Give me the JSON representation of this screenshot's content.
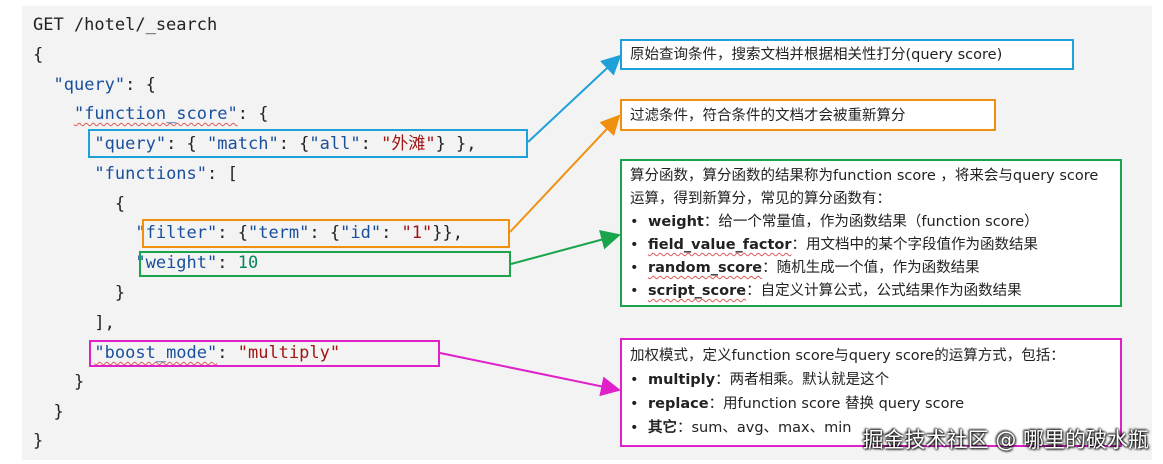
{
  "code": {
    "line1": "GET /hotel/_search",
    "open_brace": "{",
    "query_key": "\"query\"",
    "function_score_key": "\"function_score\"",
    "query_inner_key": "\"query\"",
    "match_key": "\"match\"",
    "all_key": "\"all\"",
    "all_value": "\"外滩\"",
    "functions_key": "\"functions\"",
    "filter_key": "\"filter\"",
    "term_key": "\"term\"",
    "id_key": "\"id\"",
    "id_value": "\"1\"",
    "weight_key": "\"weight\"",
    "weight_value": "10",
    "boost_mode_key": "\"boost_mode\"",
    "boost_mode_value": "\"multiply\""
  },
  "notes": {
    "query": "原始查询条件，搜索文档并根据相关性打分(query score)",
    "filter": "过滤条件，符合条件的文档才会被重新算分",
    "functions": {
      "intro": "算分函数，算分函数的结果称为function score ，将来会与query score运算，得到新算分，常见的算分函数有：",
      "items": [
        {
          "term": "weight",
          "desc": "：给一个常量值，作为函数结果（function score）"
        },
        {
          "term": "field_value_factor",
          "desc": "：用文档中的某个字段值作为函数结果"
        },
        {
          "term": "random_score",
          "desc": "：随机生成一个值，作为函数结果"
        },
        {
          "term": "script_score",
          "desc": "：自定义计算公式，公式结果作为函数结果"
        }
      ]
    },
    "boost_mode": {
      "intro": "加权模式，定义function score与query score的运算方式，包括：",
      "items": [
        {
          "term": "multiply",
          "desc": "：两者相乘。默认就是这个"
        },
        {
          "term": "replace",
          "desc": "：用function score 替换 query score"
        },
        {
          "term": "其它",
          "desc": "：sum、avg、max、min"
        }
      ]
    }
  },
  "watermark": "掘金技术社区 @ 哪里的破水瓶",
  "colors": {
    "query": "#1ea1d8",
    "filter": "#f0900f",
    "functions": "#1aa44c",
    "boost_mode": "#e020c8"
  }
}
